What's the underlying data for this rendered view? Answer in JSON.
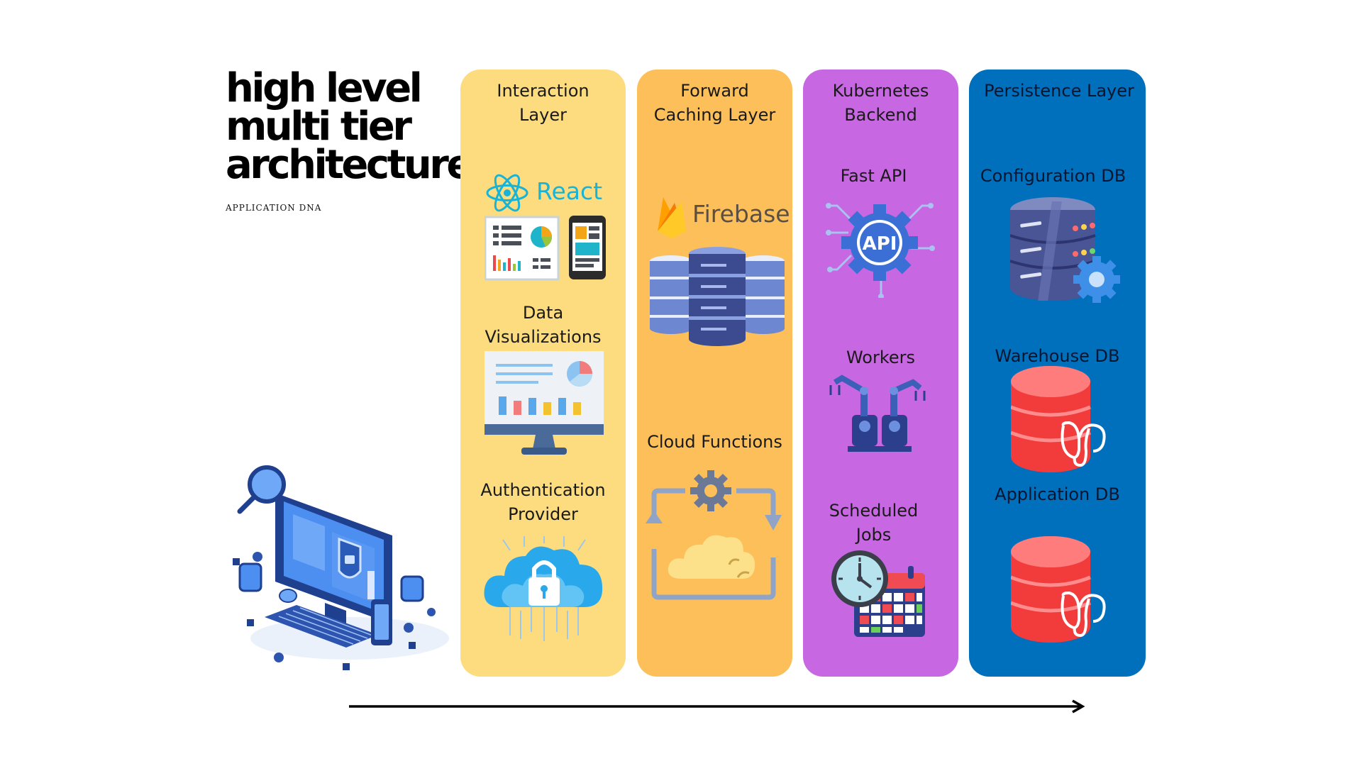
{
  "title": {
    "lines": [
      "high level",
      "multi tier",
      "architecture"
    ],
    "subtitle": "APPLICATION DNA"
  },
  "columns": [
    {
      "title": "Interaction\nLayer",
      "color": "#fcdc7e",
      "react_label": "React",
      "items": [
        "Data\nVisualizations",
        "Authentication\nProvider"
      ]
    },
    {
      "title": "Forward\nCaching Layer",
      "color": "#fcbf5a",
      "firebase_label": "Firebase",
      "items": [
        "Cloud Functions"
      ]
    },
    {
      "title": "Kubernetes\nBackend",
      "color": "#c767e2",
      "api_label": "API",
      "items": [
        "Fast API",
        "Workers",
        "Scheduled\nJobs"
      ]
    },
    {
      "title": "Persistence Layer",
      "color": "#006fbc",
      "items": [
        "Configuration DB",
        "Warehouse DB",
        "Application DB"
      ]
    }
  ],
  "icons": {
    "hero": "computer-security-illustration-icon",
    "react": "react-logo-icon",
    "dashboard": "dashboard-devices-icon",
    "monitor": "data-visualization-monitor-icon",
    "auth": "cloud-lock-icon",
    "firebase": "firebase-logo-icon",
    "servers": "server-stack-icon",
    "cloud_fn": "cloud-functions-cycle-icon",
    "api": "api-gear-icon",
    "workers": "robot-arms-icon",
    "jobs": "clock-calendar-icon",
    "config_db": "database-gear-icon",
    "warehouse_db": "postgres-database-icon",
    "application_db": "postgres-database-icon"
  }
}
